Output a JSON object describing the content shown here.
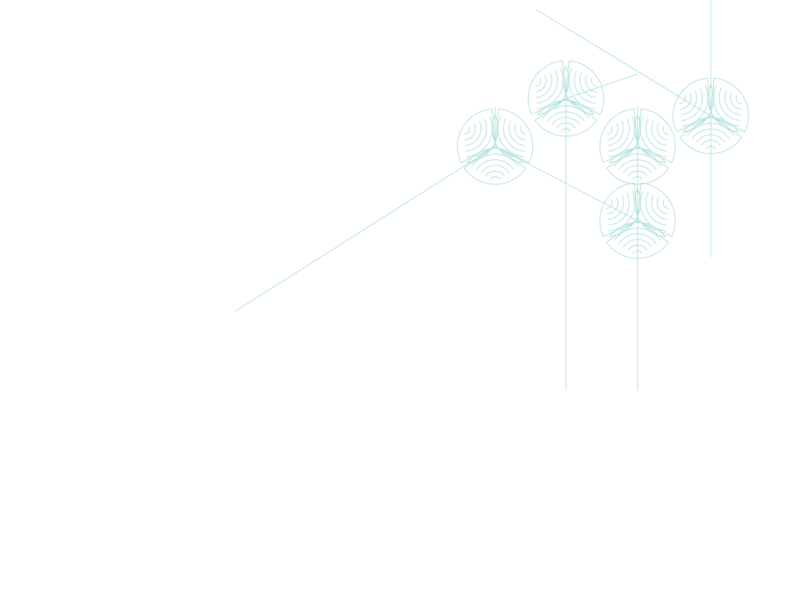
{
  "background": "#ffffff",
  "line_color": "#b5e3dd",
  "decoration": {
    "pattern": "flower-cluster",
    "flower_count": 5,
    "arcs_per_petal": 6
  }
}
